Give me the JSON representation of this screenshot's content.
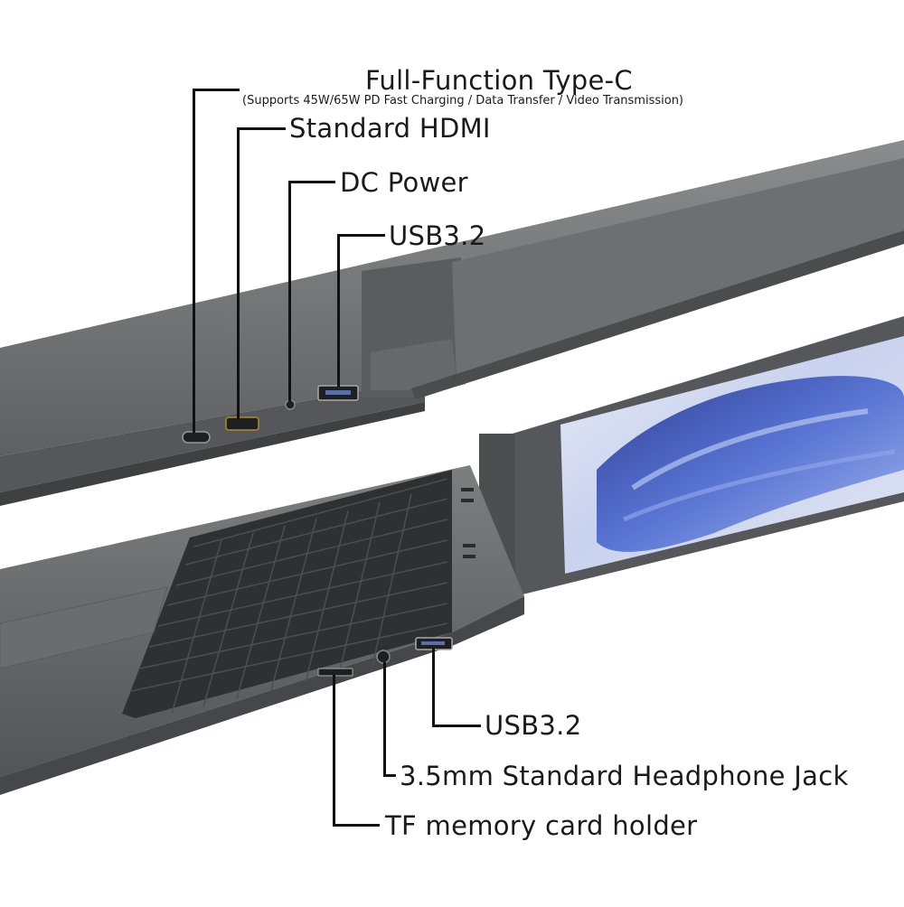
{
  "callouts": {
    "type_c": {
      "title": "Full-Function Type-C",
      "subtitle": "(Supports 45W/65W PD Fast Charging / Data Transfer / Video Transmission)"
    },
    "hdmi": "Standard HDMI",
    "dc_power": "DC Power",
    "usb_top": "USB3.2",
    "usb_bottom": "USB3.2",
    "headphone": "3.5mm Standard Headphone Jack",
    "tf_card": "TF memory card holder"
  },
  "colors": {
    "chassis": "#6f7173",
    "chassis_dark": "#4a4c4e",
    "keyboard": "#3a3c3e",
    "screen_blue": "#3a4fb0",
    "label_text": "#1a1a1a"
  }
}
